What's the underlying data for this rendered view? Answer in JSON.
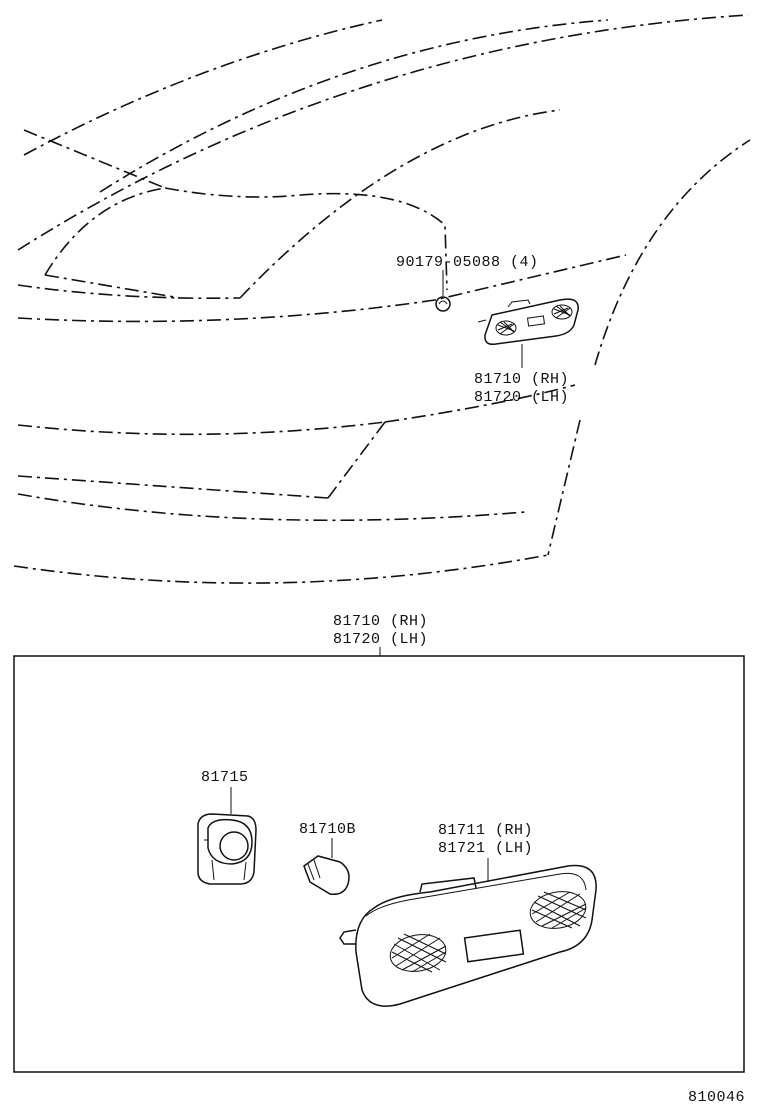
{
  "labels": {
    "bolt": "90179-05088 (4)",
    "lamp_rh_top": "81710 (RH)",
    "lamp_lh_top": "81720 (LH)",
    "assy_rh": "81710 (RH)",
    "assy_lh": "81720 (LH)",
    "socket": "81715",
    "bulb": "81710B",
    "lens_rh": "81711 (RH)",
    "lens_lh": "81721 (LH)",
    "figure_number": "810046"
  }
}
